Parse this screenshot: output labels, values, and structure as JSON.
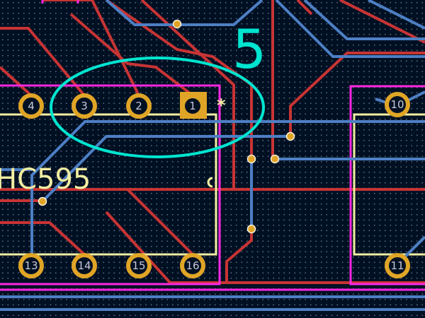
{
  "board": {
    "reference_text": "HC595",
    "annotation_number": "5",
    "pin1_marker": "*",
    "pads_top": [
      "4",
      "3",
      "2",
      "1"
    ],
    "pads_bottom": [
      "13",
      "14",
      "15",
      "16"
    ],
    "pads_right": [
      "10",
      "11"
    ]
  },
  "colors": {
    "background": "#001023",
    "front_copper": "#c83434",
    "back_copper": "#4d7fc4",
    "pad": "#e0a526",
    "courtyard": "#ff26e2",
    "silkscreen": "#f2eda1",
    "highlight": "#00e5d0"
  }
}
